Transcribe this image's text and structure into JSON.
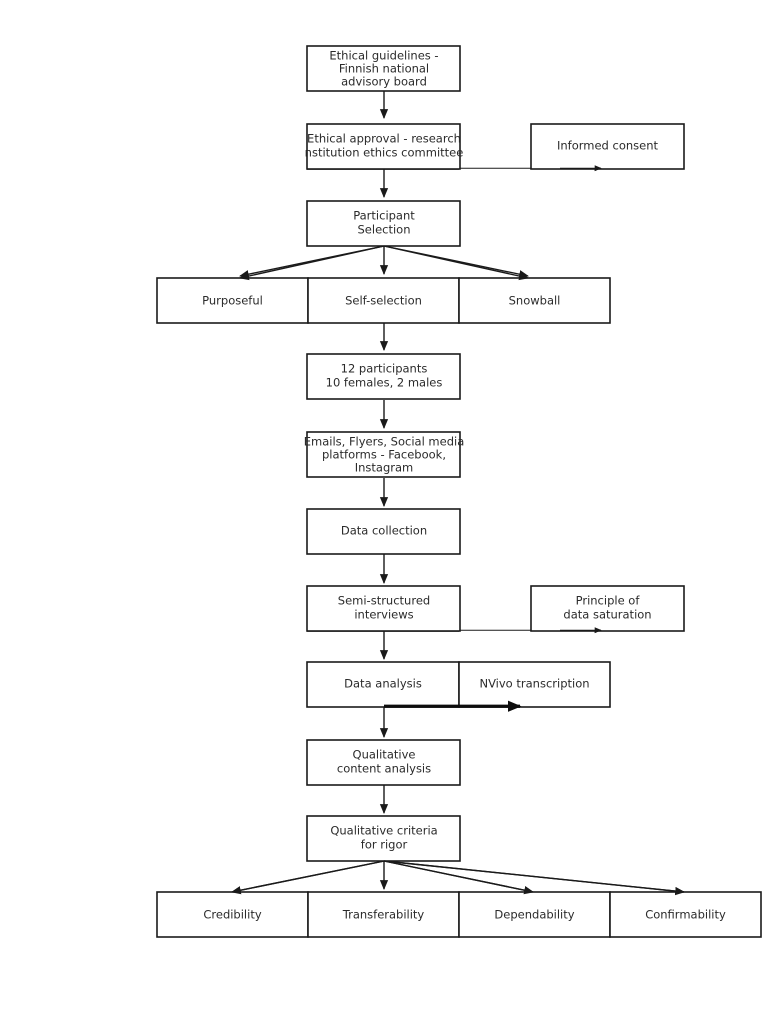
{
  "diagram": {
    "title": "Research methodology flowchart",
    "background_color": "#ffffff",
    "box_fill": "#ffffff",
    "box_stroke": "#1a1a1a",
    "text_color": "#2b2b2b"
  },
  "nodes": {
    "ethical_guidelines": {
      "lines": [
        "Ethical guidelines -",
        "Finnish national",
        "advisory board"
      ],
      "line1": "Ethical guidelines -",
      "line2": "Finnish national",
      "line3": "advisory board"
    },
    "ethical_approval": {
      "line1": "Ethical approval - research",
      "line2": "nstitution ethics committee"
    },
    "informed_consent": {
      "line1": "Informed consent"
    },
    "participant_selection": {
      "line1": "Participant",
      "line2": "Selection"
    },
    "purposeful": {
      "line1": "Purposeful"
    },
    "self_selection": {
      "line1": "Self-selection"
    },
    "snowball": {
      "line1": "Snowball"
    },
    "participants_count": {
      "line1": "12 participants",
      "line2": "10 females, 2 males"
    },
    "recruitment_channels": {
      "line1": "Emails, Flyers, Social media",
      "line2": "platforms - Facebook,",
      "line3": "Instagram"
    },
    "data_collection": {
      "line1": "Data collection"
    },
    "semi_structured_interviews": {
      "line1": "Semi-structured",
      "line2": "interviews"
    },
    "data_saturation": {
      "line1": "Principle of",
      "line2": "data saturation"
    },
    "data_analysis": {
      "line1": "Data analysis"
    },
    "nvivo_transcription": {
      "line1": "NVivo transcription"
    },
    "qualitative_content_analysis": {
      "line1": "Qualitative",
      "line2": "content analysis"
    },
    "qualitative_criteria": {
      "line1": "Qualitative criteria",
      "line2": "for rigor"
    },
    "credibility": {
      "line1": "Credibility"
    },
    "transferability": {
      "line1": "Transferability"
    },
    "dependability": {
      "line1": "Dependability"
    },
    "confirmability": {
      "line1": "Confirmability"
    }
  }
}
